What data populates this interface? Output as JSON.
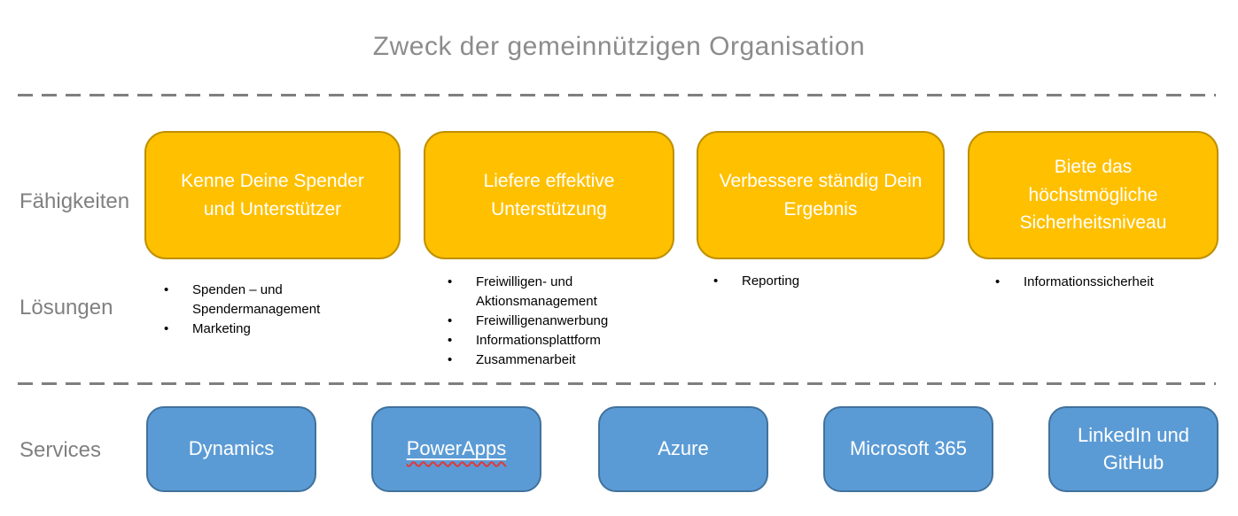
{
  "title": "Zweck der gemeinnützigen Organisation",
  "row_labels": {
    "capabilities": "Fähigkeiten",
    "solutions": "Lösungen",
    "services": "Services"
  },
  "capabilities": [
    {
      "label": "Kenne Deine Spender und Unterstützer"
    },
    {
      "label": "Liefere effektive Unterstützung"
    },
    {
      "label": "Verbessere ständig Dein Ergebnis"
    },
    {
      "label": "Biete das höchstmögliche Sicherheitsniveau"
    }
  ],
  "solutions": [
    {
      "items": [
        "Spenden – und Spendermanagement",
        "Marketing"
      ]
    },
    {
      "items": [
        "Freiwilligen- und Aktionsmanagement",
        "Freiwilligenanwerbung",
        "Informationsplattform",
        "Zusammenarbeit"
      ]
    },
    {
      "items": [
        "Reporting"
      ]
    },
    {
      "items": [
        "Informationssicherheit"
      ]
    }
  ],
  "services": [
    {
      "label": "Dynamics"
    },
    {
      "label": "PowerApps",
      "spellcheck_marked": true
    },
    {
      "label": "Azure"
    },
    {
      "label": "Microsoft 365"
    },
    {
      "label": "LinkedIn und GitHub"
    }
  ],
  "colors": {
    "capability_fill": "#FFC000",
    "capability_border": "#BF9000",
    "service_fill": "#5B9BD5",
    "service_border": "#41719C",
    "title_text": "#8C8C8C",
    "row_label_text": "#808080",
    "bullet_text": "#000000",
    "box_text": "#FFFFFF",
    "dashed_line": "#7F7F7F",
    "spellcheck_squiggle": "#E03A3A"
  }
}
